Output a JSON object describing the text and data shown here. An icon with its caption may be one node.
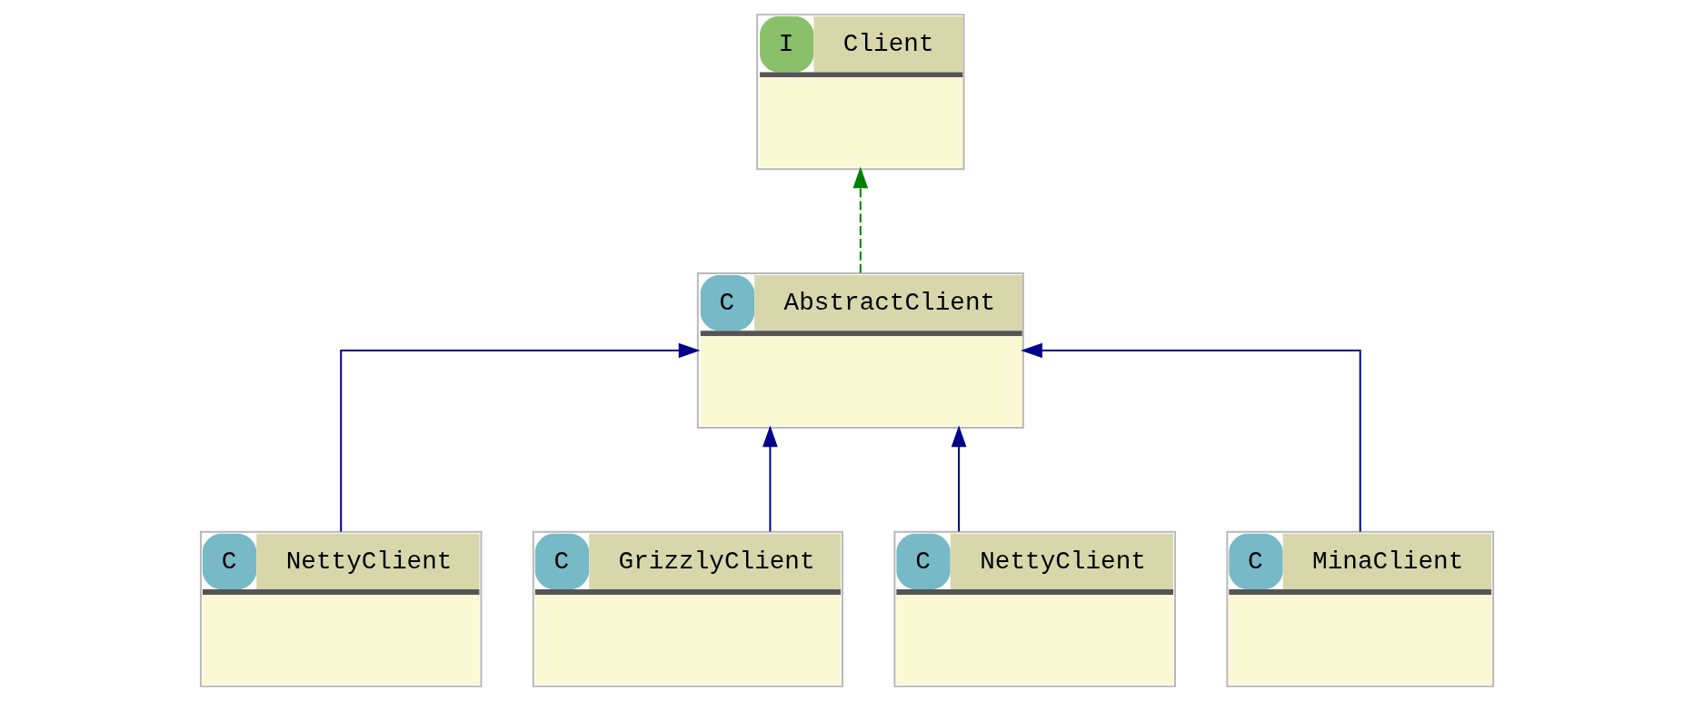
{
  "diagram": {
    "nodes": [
      {
        "text": [
          "I",
          "Client"
        ]
      },
      {
        "text": [
          "C",
          "AbstractClient"
        ]
      },
      {
        "text": [
          "C",
          "NettyClient"
        ]
      },
      {
        "text": [
          "C",
          "GrizzlyClient"
        ]
      },
      {
        "text": [
          "C",
          "NettyClient"
        ]
      },
      {
        "text": [
          "C",
          "MinaClient"
        ]
      }
    ],
    "edges": [
      {
        "from": 1,
        "to": 0,
        "arrow": "to",
        "style": "dashed",
        "color": "#008000"
      },
      {
        "from": 2,
        "to": 1,
        "arrow": "to"
      },
      {
        "from": 3,
        "to": 1,
        "arrow": "to"
      },
      {
        "from": 4,
        "to": 1,
        "arrow": "to"
      },
      {
        "from": 5,
        "to": 1,
        "arrow": "to"
      }
    ]
  }
}
